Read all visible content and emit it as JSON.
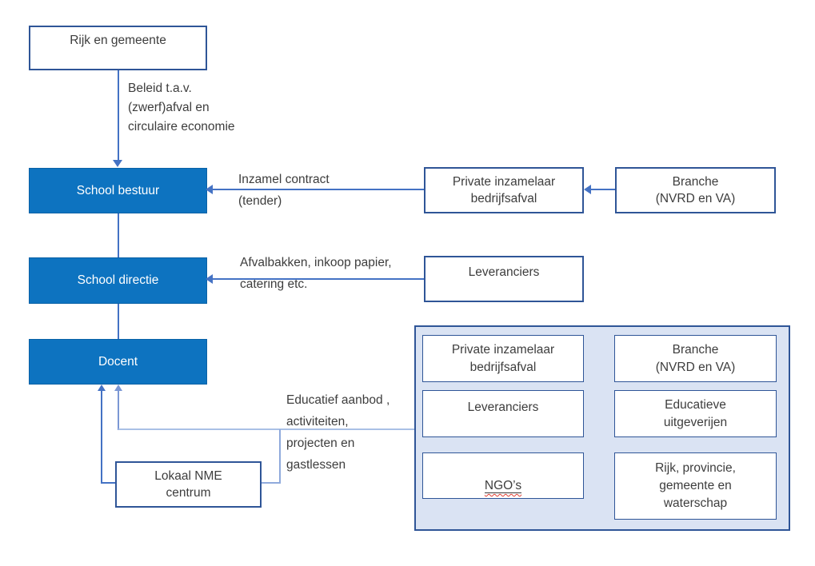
{
  "boxes": {
    "rijk": "Rijk en gemeente",
    "bestuur": "School bestuur",
    "directie": "School directie",
    "docent": "Docent",
    "private_top": "Private inzamelaar\nbedrijfsafval",
    "branche_top": "Branche\n(NVRD en VA)",
    "leveranciers_top": "Leveranciers",
    "nme": "Lokaal NME\ncentrum"
  },
  "labels": {
    "beleid": "Beleid t.a.v.\n(zwerf)afval en\ncirculaire economie",
    "inzamel": "Inzamel contract\n(tender)",
    "afvalbakken": "Afvalbakken, inkoop papier,\ncatering etc.",
    "educatief": "Educatief aanbod ,\nactiviteiten,\nprojecten en\ngastlessen"
  },
  "panel": {
    "boxes": [
      "Private inzamelaar\nbedrijfsafval",
      "Branche\n(NVRD en VA)",
      "Leveranciers",
      "Educatieve\nuitgeverijen",
      "NGO’s",
      "Rijk, provincie,\ngemeente en\nwaterschap"
    ]
  },
  "colors": {
    "blue_fill": "#0d73c0",
    "box_border": "#2f5597",
    "arrow_blue": "#4472c4",
    "connector_light": "#8faadc",
    "connector_pale": "#a9c0e6",
    "panel_fill": "#dae3f3",
    "spellcheck_red": "#e03c31"
  }
}
